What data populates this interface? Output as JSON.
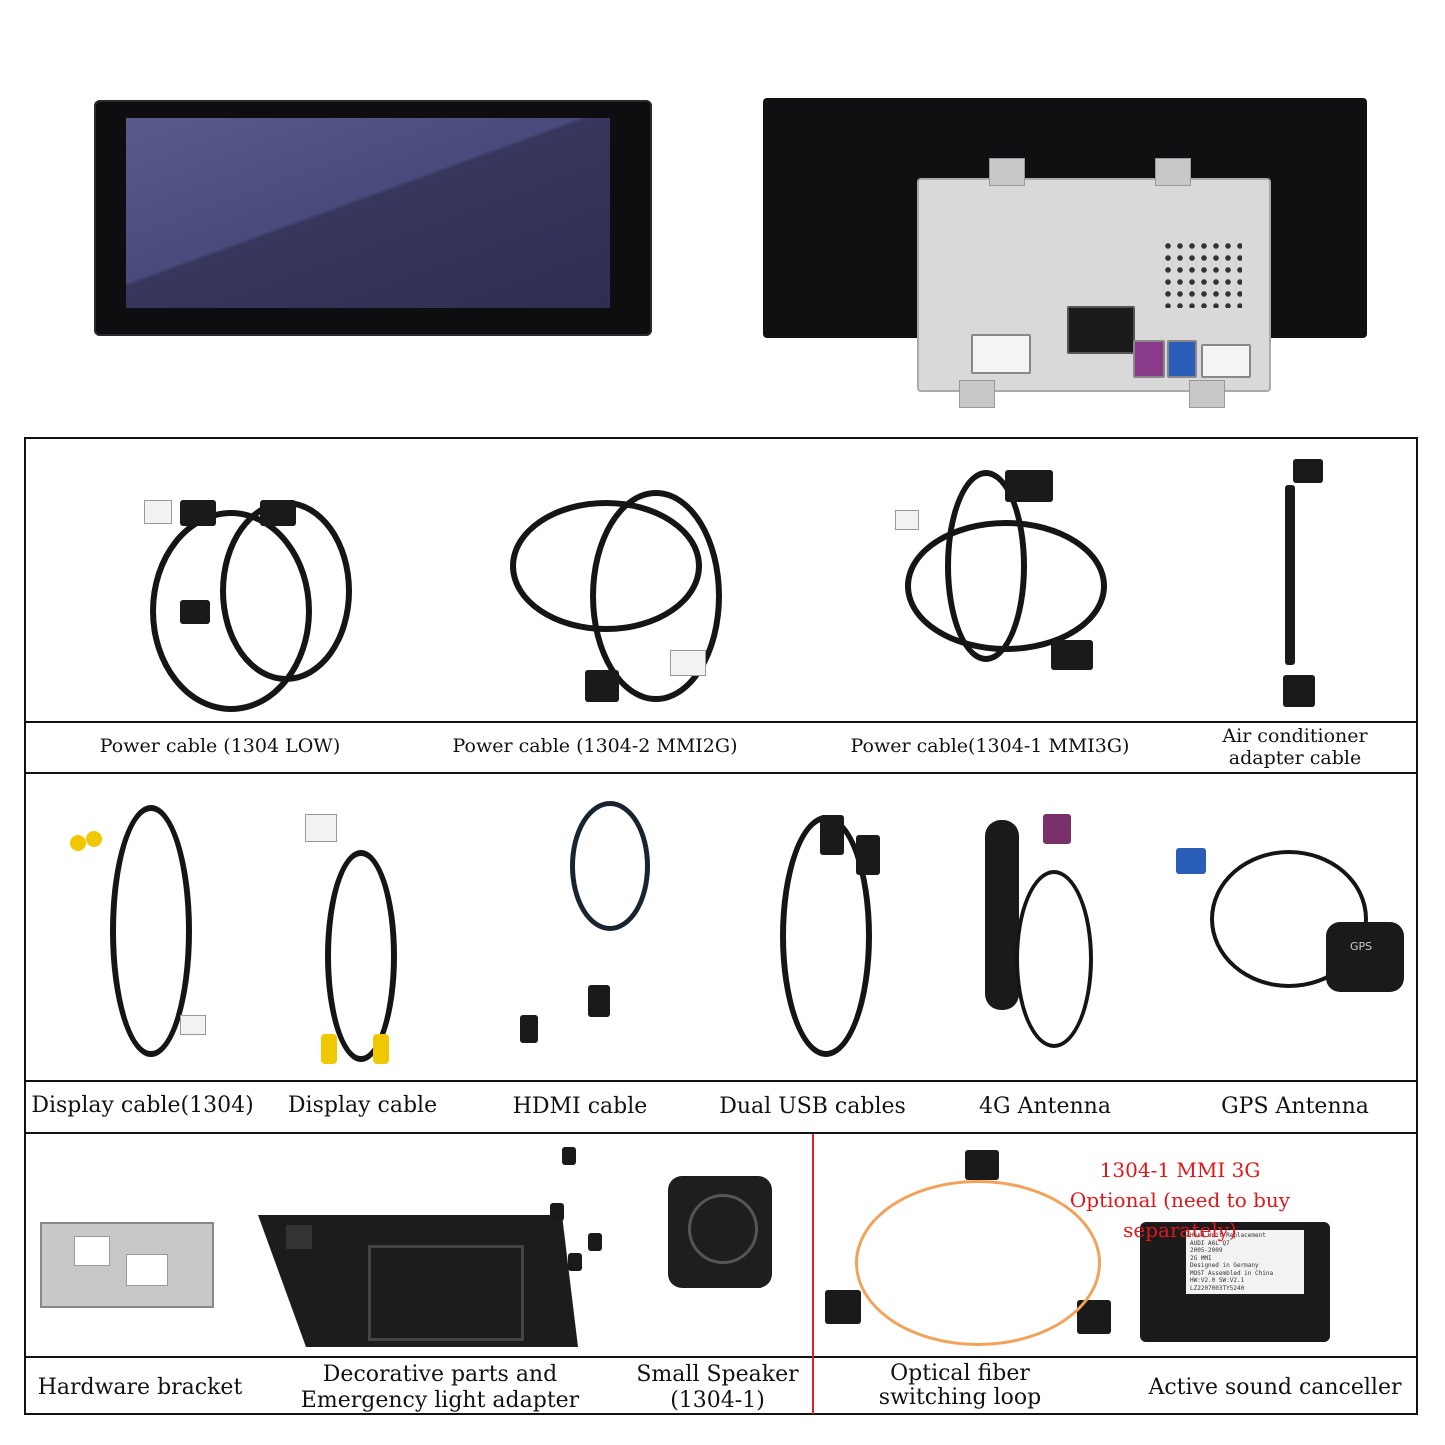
{
  "row1": {
    "power_low": "Power cable (1304 LOW)",
    "power_mmi2g": "Power cable (1304-2 MMI2G)",
    "power_mmi3g": "Power cable(1304-1 MMI3G)",
    "air_line1": "Air conditioner",
    "air_line2": "adapter cable"
  },
  "row2": {
    "display_1304": "Display cable(1304)",
    "display": "Display cable",
    "hdmi": "HDMI  cable",
    "usb": "Dual USB cables",
    "antenna_4g": "4G Antenna",
    "gps": "GPS Antenna"
  },
  "row3": {
    "bracket": "Hardware bracket",
    "decor_line1": "Decorative parts and",
    "decor_line2": "Emergency light adapter",
    "speaker_line1": "Small Speaker",
    "speaker_line2": "(1304-1)",
    "fiber_line1": "Optical fiber",
    "fiber_line2": "switching loop",
    "canceller": "Active sound canceller",
    "optional_line1": "1304-1 MMI 3G",
    "optional_line2": "Optional (need to buy separately)"
  },
  "canceller_box": {
    "line1": "Head Unit Replacement",
    "line2": "AUDI A6L Q7",
    "line3": "2005-2009",
    "line4": "2G MMI",
    "line5": "Designed in Germany",
    "line6": "MOST   Assembled in China",
    "line7": "HW:V2.0    SW:V2.1",
    "line8": "LZ2207003TY5240"
  },
  "gps_puck": "GPS",
  "colors": {
    "accent_red": "#e0161b",
    "border": "#111111"
  }
}
